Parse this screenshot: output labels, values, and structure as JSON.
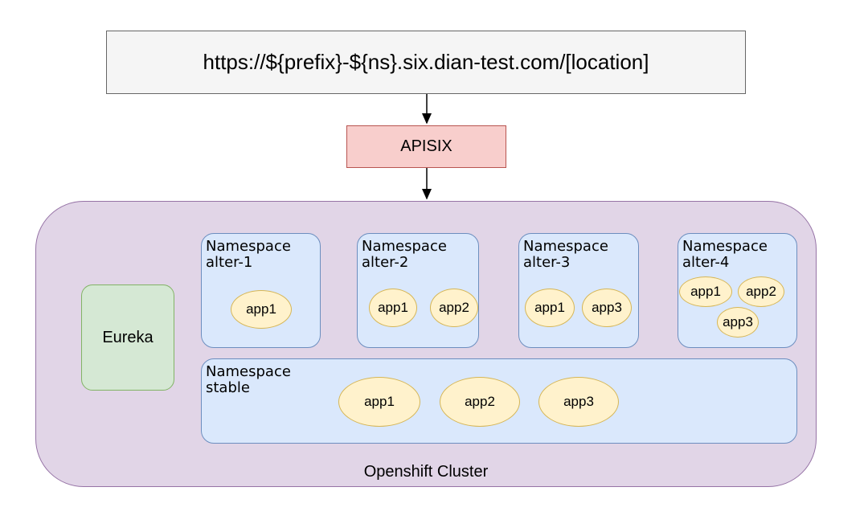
{
  "url": "https://${prefix}-${ns}.six.dian-test.com/[location]",
  "gateway": "APISIX",
  "cluster": "Openshift Cluster",
  "eureka": "Eureka",
  "namespaces": [
    {
      "title": "Namespace\nalter-1",
      "apps": [
        "app1"
      ]
    },
    {
      "title": "Namespace\nalter-2",
      "apps": [
        "app1",
        "app2"
      ]
    },
    {
      "title": "Namespace\nalter-3",
      "apps": [
        "app1",
        "app3"
      ]
    },
    {
      "title": "Namespace\nalter-4",
      "apps": [
        "app1",
        "app2",
        "app3"
      ]
    },
    {
      "title": "Namespace\nstable",
      "apps": [
        "app1",
        "app2",
        "app3"
      ]
    }
  ],
  "colors": {
    "url_fill": "#f5f5f5",
    "gateway_fill": "#f8cecc",
    "cluster_fill": "#e1d5e7",
    "eureka_fill": "#d5e8d4",
    "namespace_fill": "#dae8fc",
    "app_fill": "#fff2cc"
  }
}
